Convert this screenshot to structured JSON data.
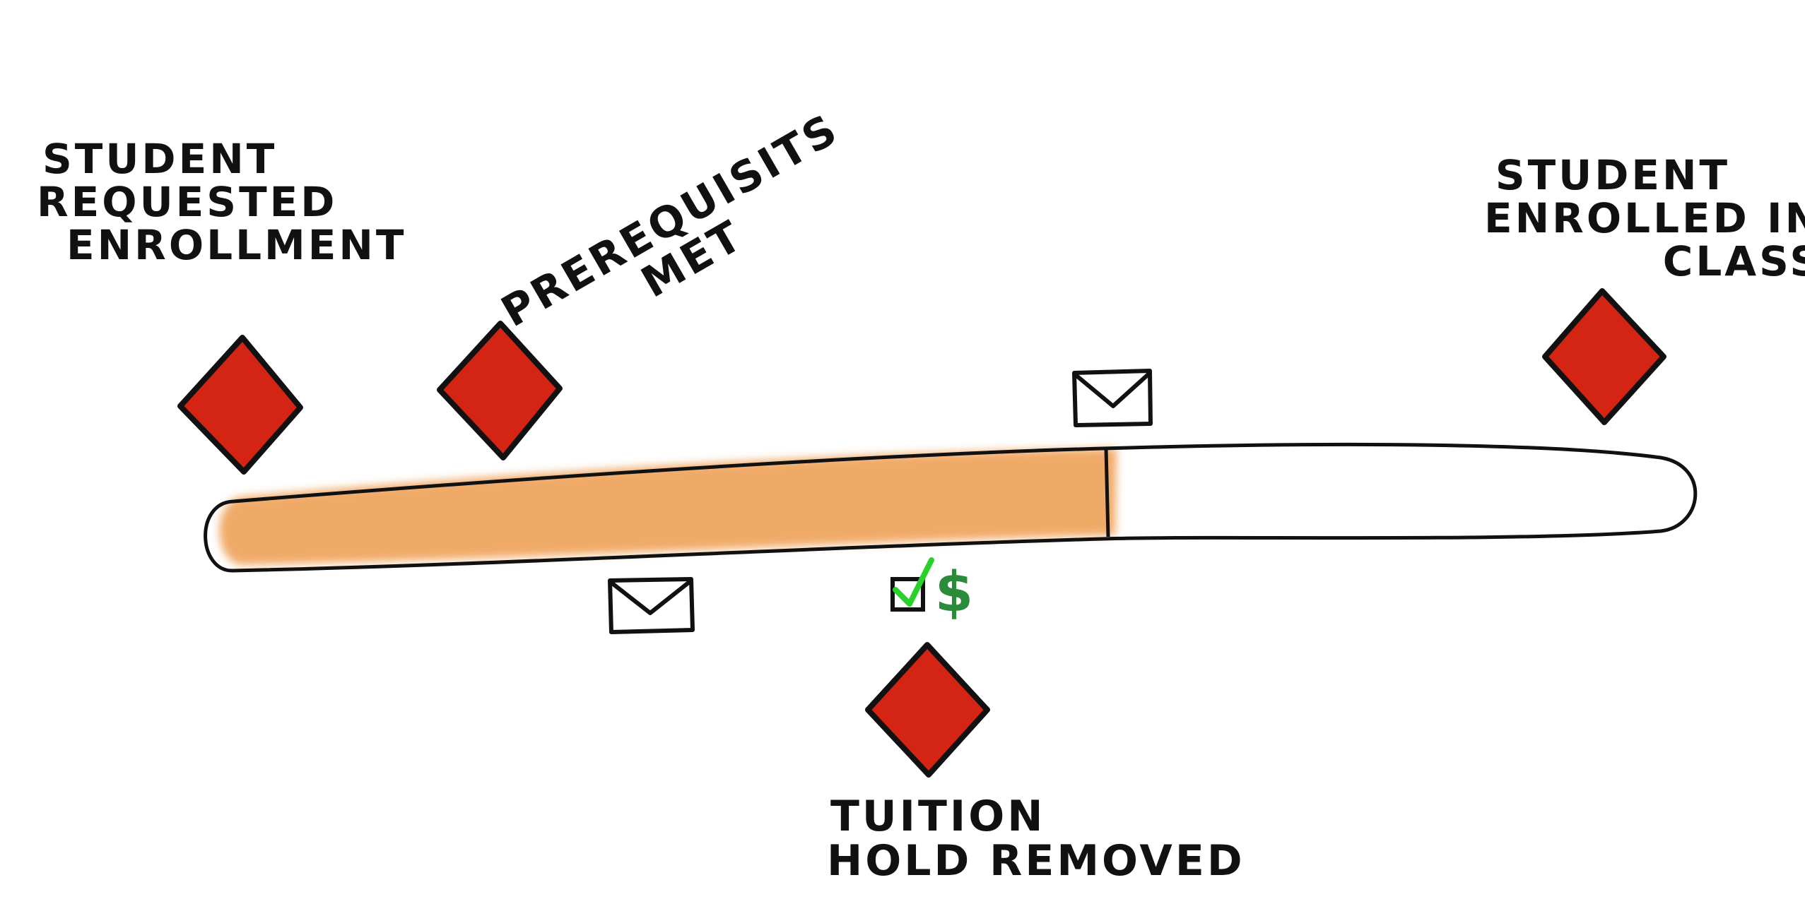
{
  "milestones": [
    {
      "id": "requested",
      "lines": [
        "STUDENT",
        "REQUESTED",
        "ENROLLMENT"
      ],
      "color": "#d42414"
    },
    {
      "id": "prereq",
      "lines": [
        "PREREQUISITS",
        "MET"
      ],
      "color": "#d42414"
    },
    {
      "id": "tuition",
      "lines": [
        "TUITION",
        "HOLD REMOVED"
      ],
      "color": "#d42414"
    },
    {
      "id": "enrolled",
      "lines": [
        "STUDENT",
        "ENROLLED IN",
        "CLASS"
      ],
      "color": "#d42414"
    }
  ],
  "progress": {
    "completed_fraction": 0.6,
    "fill_color": "#f0a660"
  },
  "icons": [
    "envelope-icon",
    "envelope-icon",
    "checkbox-icon",
    "checkmark-icon",
    "dollar-icon"
  ],
  "colors": {
    "diamond": "#d42414",
    "check": "#2bd12b",
    "dollar": "#2a8c3a",
    "stroke": "#111111"
  }
}
